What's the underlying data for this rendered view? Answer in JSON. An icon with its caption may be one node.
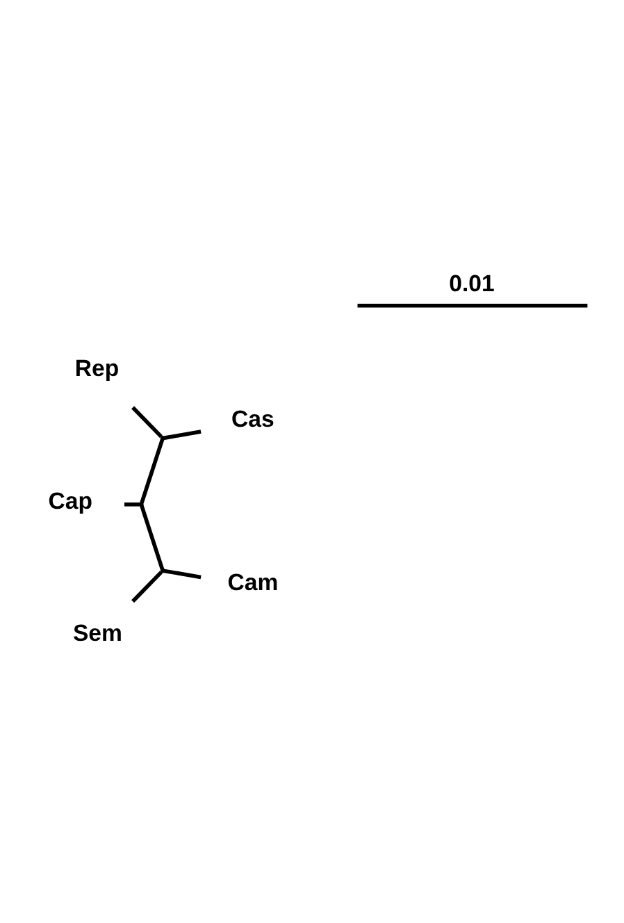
{
  "diagram": {
    "nodes": [
      {
        "text": [
          "Sem"
        ]
      },
      {
        "text": [
          "Cam"
        ]
      },
      {
        "text": [],
        "shape": "point"
      },
      {
        "text": [],
        "shape": "point"
      },
      {
        "text": [
          "Cas"
        ]
      },
      {
        "text": [],
        "shape": "point"
      },
      {
        "text": [
          "Cap"
        ]
      },
      {
        "text": [
          "Rep"
        ]
      }
    ],
    "edges": [
      {
        "from": 2,
        "to": 0,
        "arrow": "none"
      },
      {
        "from": 2,
        "to": 1,
        "arrow": "none"
      },
      {
        "from": 2,
        "to": 3,
        "arrow": "none"
      },
      {
        "from": 3,
        "to": 6,
        "arrow": "none"
      },
      {
        "from": 3,
        "to": 5,
        "arrow": "none"
      },
      {
        "from": 5,
        "to": 4,
        "arrow": "none"
      },
      {
        "from": 5,
        "to": 7,
        "arrow": "none"
      }
    ],
    "labels": [
      "0.01"
    ]
  }
}
